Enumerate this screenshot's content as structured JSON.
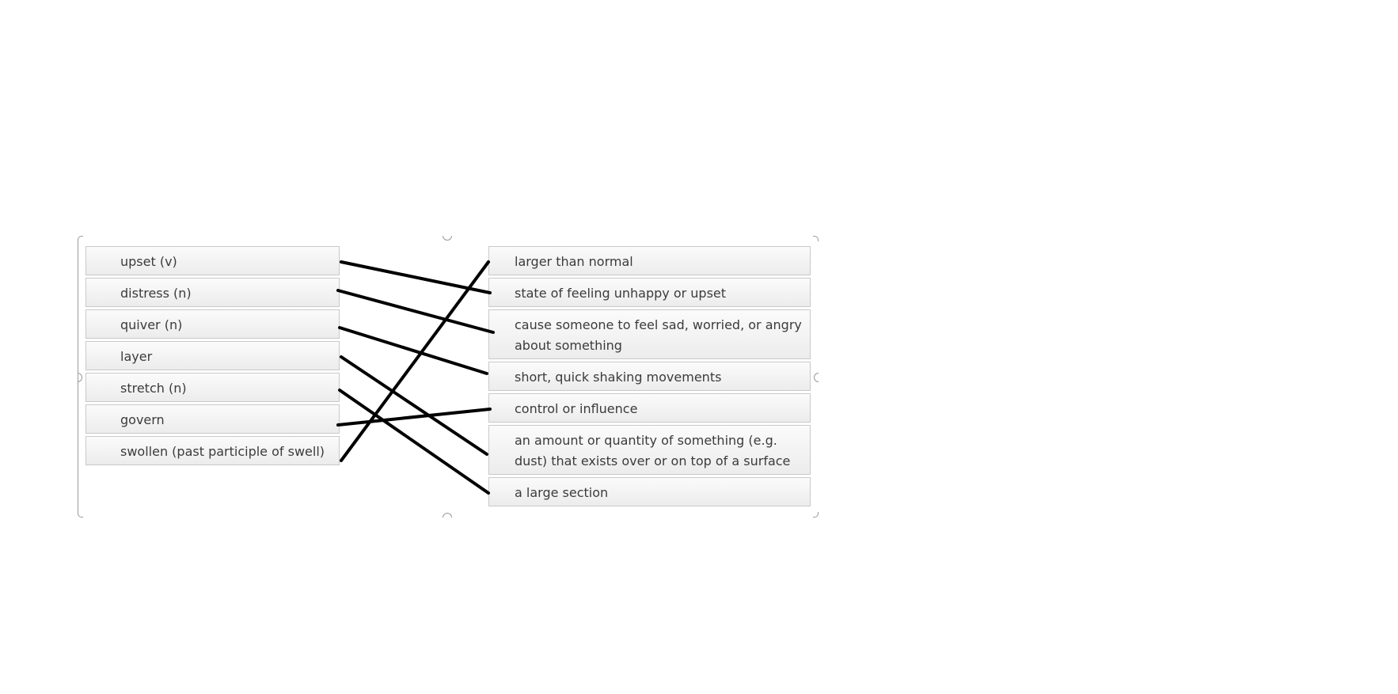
{
  "terms": [
    "upset (v)",
    "distress (n)",
    "quiver (n)",
    "layer",
    "stretch (n)",
    "govern",
    "swollen (past participle of swell)"
  ],
  "definitions": [
    "larger than normal",
    "state of feeling unhappy or upset",
    "cause someone to feel sad, worried, or angry about something",
    "short, quick shaking movements",
    "control or influence",
    "an amount or quantity of something (e.g. dust) that exists over or on top of a surface",
    "a large section"
  ],
  "connector_color": "#000000"
}
